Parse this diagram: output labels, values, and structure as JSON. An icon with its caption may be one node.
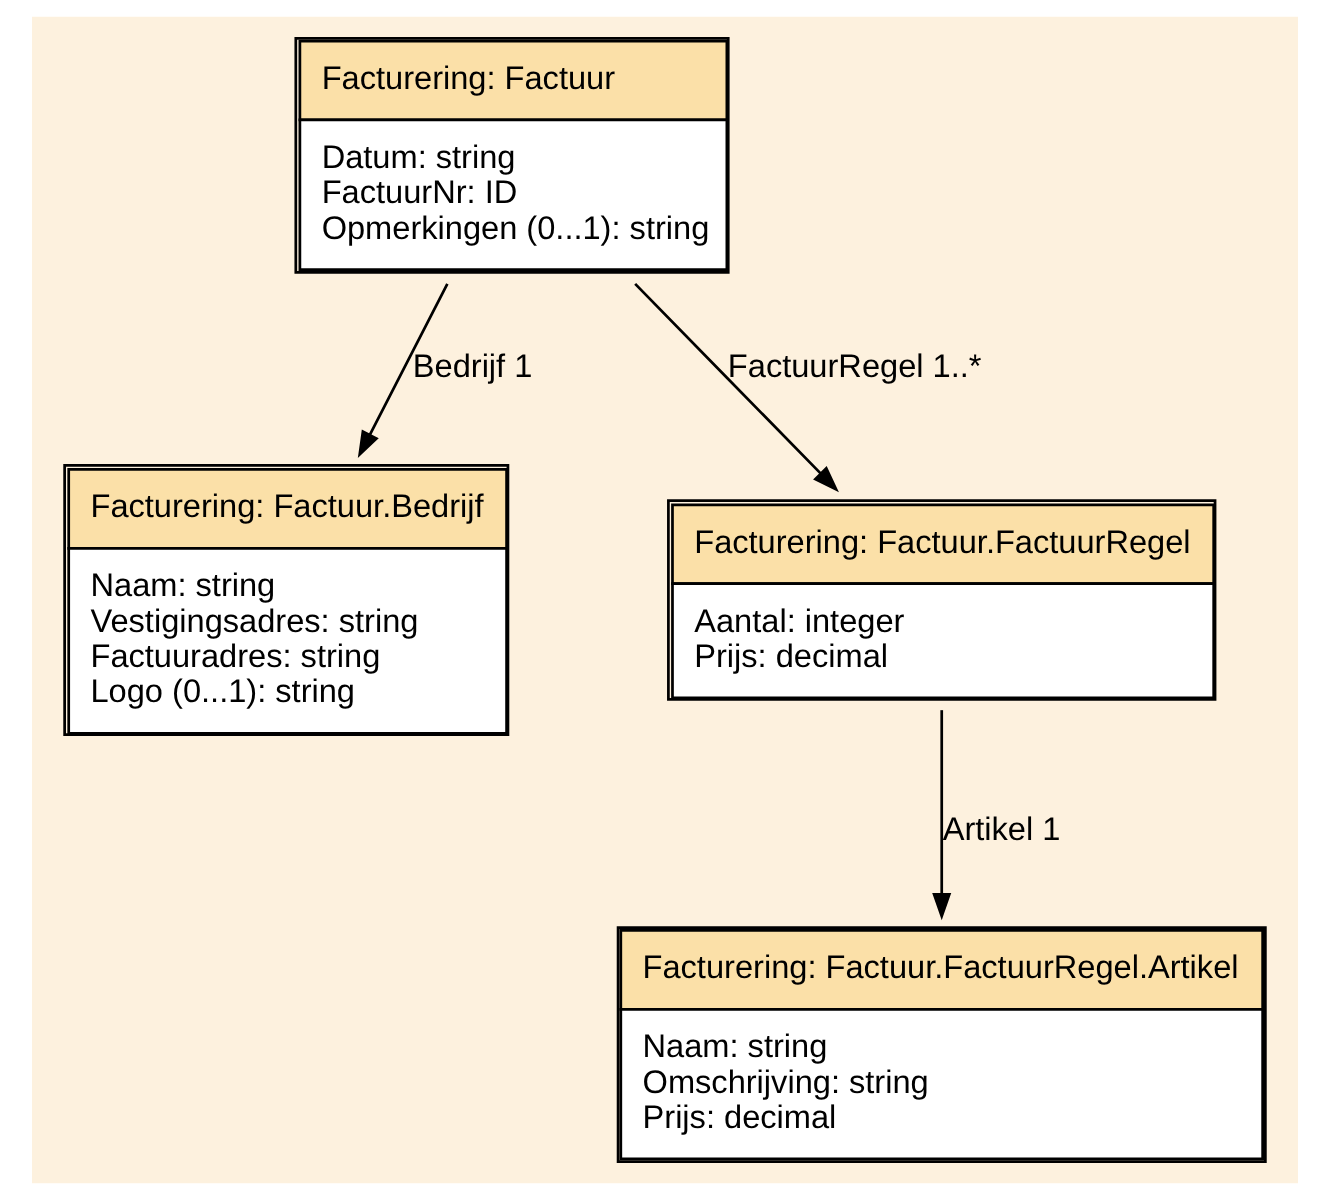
{
  "diagram": {
    "nodes": [
      {
        "text": [
          "Facturering: Factuur",
          "Datum: string",
          "FactuurNr: ID",
          "Opmerkingen (0...1): string"
        ]
      },
      {
        "text": [
          "Facturering: Factuur.Bedrijf",
          "Naam: string",
          "Vestigingsadres: string",
          "Factuuradres: string",
          "Logo (0...1): string"
        ]
      },
      {
        "text": [
          "Facturering: Factuur.FactuurRegel",
          "Aantal: integer",
          "Prijs: decimal"
        ]
      },
      {
        "text": [
          "Facturering: Factuur.FactuurRegel.Artikel",
          "Naam: string",
          "Omschrijving: string",
          "Prijs: decimal"
        ]
      }
    ],
    "edges": [
      {
        "from": 0,
        "to": 1,
        "arrow": "to",
        "label": "Bedrijf 1"
      },
      {
        "from": 0,
        "to": 2,
        "arrow": "to",
        "label": "FactuurRegel 1..*"
      },
      {
        "from": 2,
        "to": 3,
        "arrow": "to",
        "label": "Artikel 1"
      }
    ]
  }
}
